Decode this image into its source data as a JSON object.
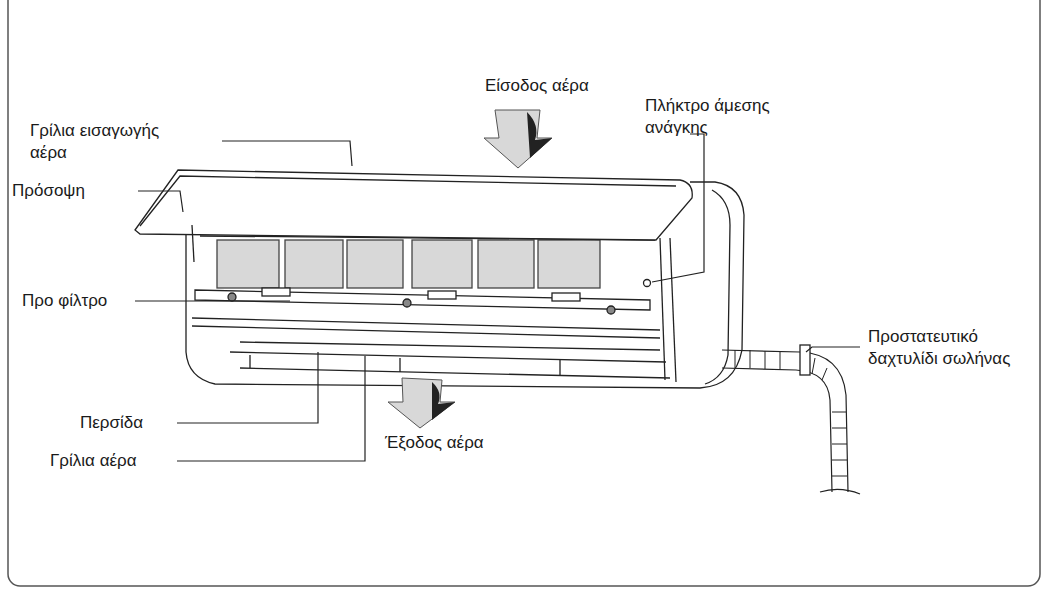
{
  "diagram": {
    "labels": [
      "Είσοδος αέρα",
      "Πλήκτρο άμεσης ανάγκης",
      "Γρίλια εισαγωγής αέρα",
      "Πρόσοψη",
      "Προ φίλτρο",
      "Προστατευτικό δαχτυλίδι σωλήνας",
      "Περσίδα",
      "Έξοδος αέρα",
      "Γρίλια αέρα"
    ]
  }
}
